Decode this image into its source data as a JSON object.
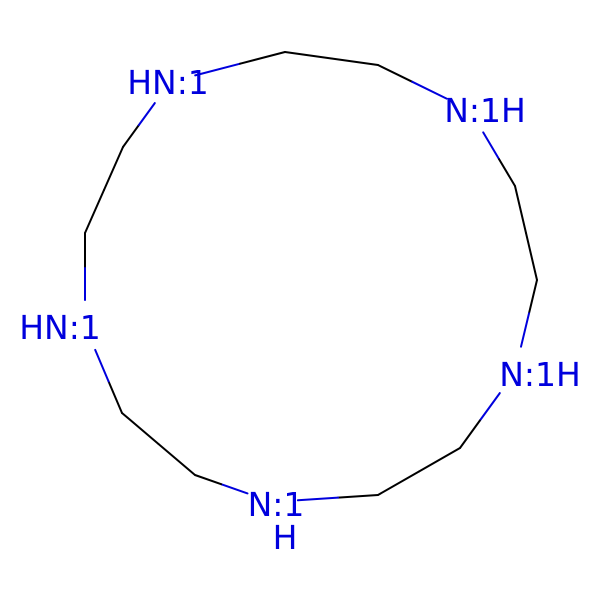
{
  "molecule": {
    "colors": {
      "carbon_bond": "#000000",
      "nitrogen": "#0000dd",
      "background": "#ffffff"
    },
    "atoms": [
      {
        "id": "n1",
        "element": "N",
        "label": "HN:1"
      },
      {
        "id": "n2",
        "element": "N",
        "label": "N:1H"
      },
      {
        "id": "n3",
        "element": "N",
        "label": "N:1H"
      },
      {
        "id": "n4",
        "element": "N",
        "label": "N:1",
        "sub_label": "H"
      },
      {
        "id": "n5",
        "element": "N",
        "label": "HN:1"
      },
      {
        "id": "c1",
        "element": "C"
      },
      {
        "id": "c2",
        "element": "C"
      },
      {
        "id": "c3",
        "element": "C"
      },
      {
        "id": "c4",
        "element": "C"
      },
      {
        "id": "c5",
        "element": "C"
      },
      {
        "id": "c6",
        "element": "C"
      },
      {
        "id": "c7",
        "element": "C"
      },
      {
        "id": "c8",
        "element": "C"
      },
      {
        "id": "c9",
        "element": "C"
      },
      {
        "id": "c10",
        "element": "C"
      }
    ],
    "bonds": [
      [
        "n1",
        "c1"
      ],
      [
        "c1",
        "c2"
      ],
      [
        "c2",
        "n2"
      ],
      [
        "n2",
        "c3"
      ],
      [
        "c3",
        "c4"
      ],
      [
        "c4",
        "n3"
      ],
      [
        "n3",
        "c5"
      ],
      [
        "c5",
        "c6"
      ],
      [
        "c6",
        "n4"
      ],
      [
        "n4",
        "c7"
      ],
      [
        "c7",
        "c8"
      ],
      [
        "c8",
        "n5"
      ],
      [
        "n5",
        "c9"
      ],
      [
        "c9",
        "c10"
      ],
      [
        "c10",
        "n1"
      ]
    ]
  }
}
